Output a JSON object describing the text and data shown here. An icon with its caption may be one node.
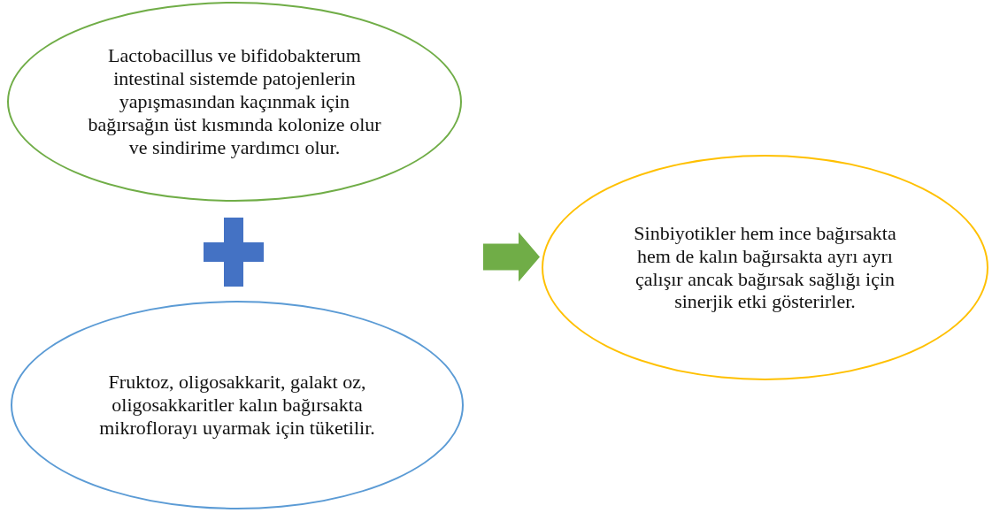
{
  "diagram": {
    "nodes": [
      {
        "text": [
          "Lactobacillus ve bifidobakterum intestinal sistemde patojenlerin yapışmasından kaçınmak için bağırsağın üst kısmında kolonize olur ve sindirime yardımcı olur."
        ]
      },
      {
        "text": [
          "Fruktoz, oligosakkarit, galakt oz, oligosakkaritler kalın bağırsakta mikroflorayı uyarmak için tüketilir."
        ]
      },
      {
        "text": [
          "Sinbiyotikler hem ince bağırsakta hem de kalın bağırsakta ayrı ayrı çalışır ancak bağırsak sağlığı için sinerjik etki gösterirler."
        ]
      }
    ],
    "edges": [
      {
        "from": null,
        "to": 2,
        "arrow": "to",
        "style": "thick",
        "color": "#70ad47"
      }
    ]
  }
}
